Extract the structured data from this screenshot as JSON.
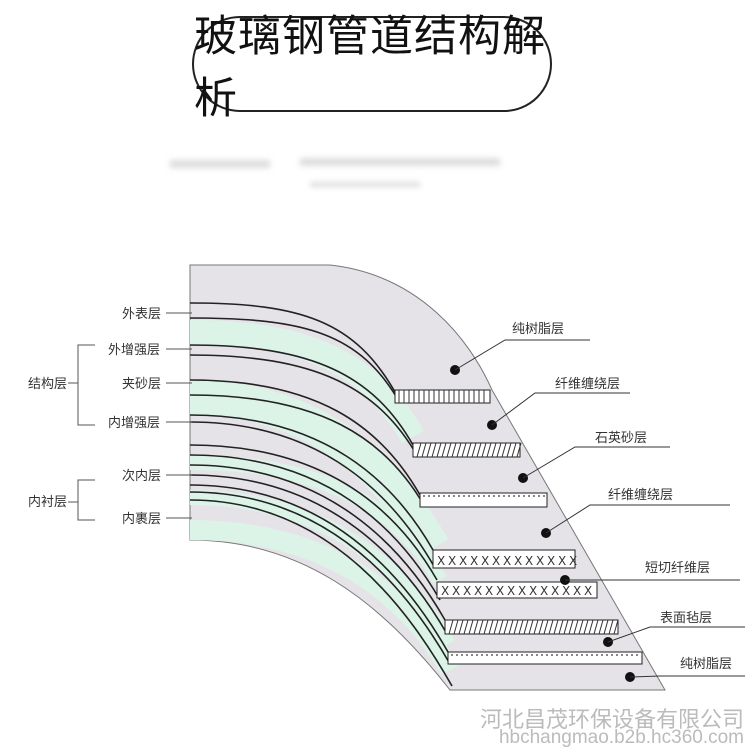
{
  "title": "玻璃钢管道结构解析",
  "left_labels": {
    "outer_surface": "外表层",
    "outer_reinforce": "外增强层",
    "sand": "夹砂层",
    "inner_reinforce": "内增强层",
    "sub_inner": "次内层",
    "inner_wrap": "内裹层",
    "structure_group": "结构层",
    "lining_group": "内衬层"
  },
  "right_labels": [
    "纯树脂层",
    "纤维缠绕层",
    "石英砂层",
    "纤维缠绕层",
    "短切纤维层",
    "表面毡层",
    "纯树脂层"
  ],
  "watermark": {
    "company": "河北昌茂环保设备有限公司",
    "site": "hbchangmao.b2b.hc360.com"
  },
  "colors": {
    "layer_gray": "#e6e3e8",
    "layer_green": "#dcf3e8",
    "line": "#222222"
  }
}
